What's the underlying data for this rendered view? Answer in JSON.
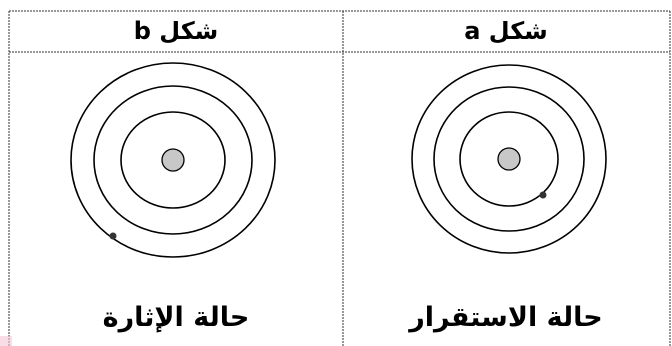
{
  "panels": {
    "b": {
      "header": "شكل b",
      "caption": "حالة الإثارة"
    },
    "a": {
      "header": "شكل a",
      "caption": "حالة الاستقرار"
    }
  },
  "colors": {
    "nucleus_fill": "#c8c8c8",
    "electron_fill": "#333333",
    "border": "#333333"
  }
}
